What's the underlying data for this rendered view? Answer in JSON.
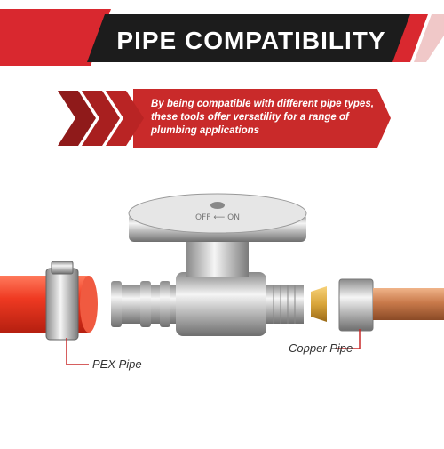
{
  "header": {
    "title": "PIPE COMPATIBILITY",
    "colors": {
      "red": "#d9282f",
      "dark": "#1c1c1c"
    }
  },
  "banner": {
    "text": "By being compatible with different pipe types, these tools offer versatility for a range of plumbing applications",
    "colors": {
      "red": "#c92a2a",
      "chevron": "#9e1b1b"
    }
  },
  "product": {
    "handle_text": "OFF ⟵ ON",
    "pex_label": "PEX Pipe",
    "copper_label": "Copper Pipe",
    "colors": {
      "pex": "#e8321d",
      "copper": "#c97a4b",
      "chrome": "#d6d6d6",
      "brass": "#d9a53a"
    }
  }
}
